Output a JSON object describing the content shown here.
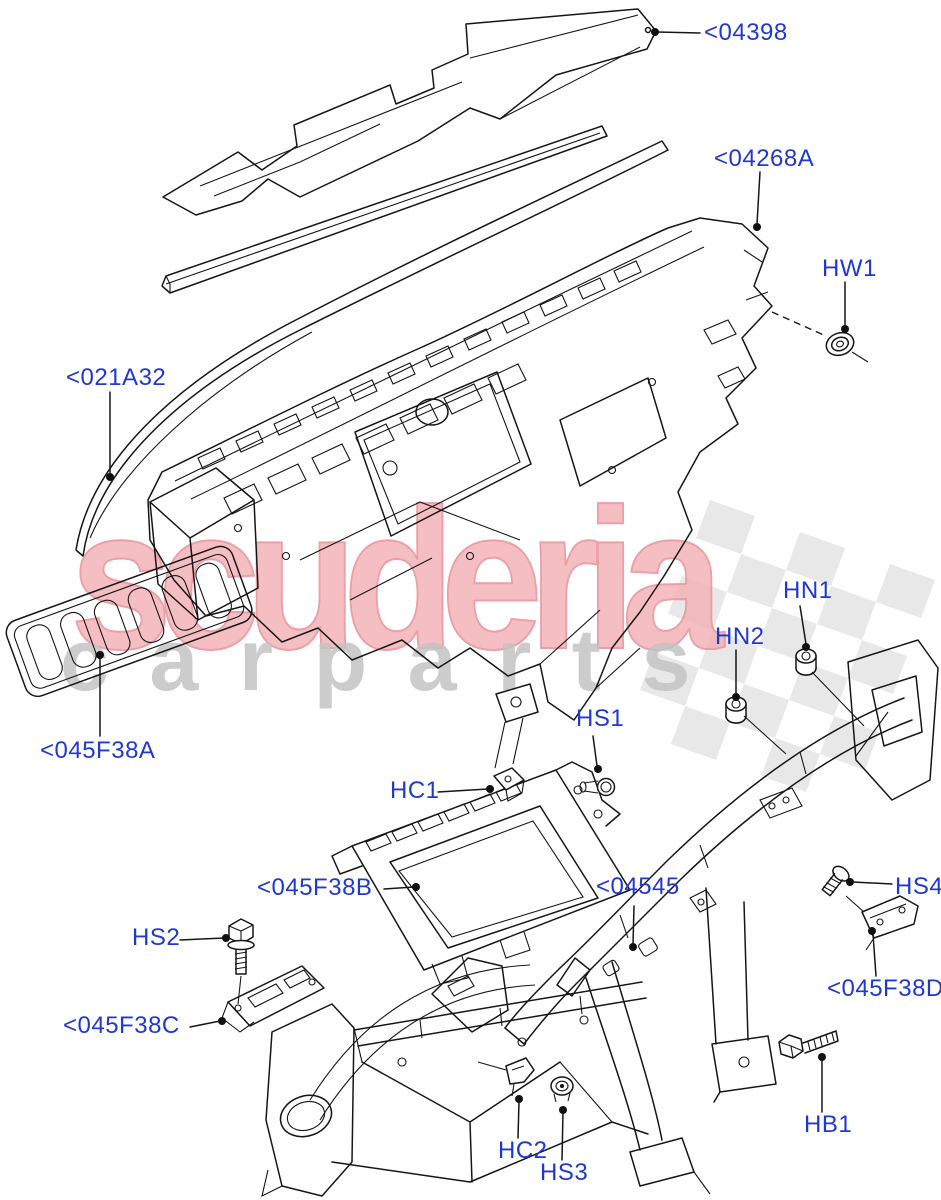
{
  "labels": {
    "grille_04398": "<04398",
    "panel_04268A": "<04268A",
    "hw1": "HW1",
    "trim_021A32": "<021A32",
    "vent_045F38A": "<045F38A",
    "hn1": "HN1",
    "hn2": "HN2",
    "hs1": "HS1",
    "hc1": "HC1",
    "bezel_045F38B": "<045F38B",
    "beam_04545": "<04545",
    "hs2": "HS2",
    "bracket_045F38C": "<045F38C",
    "hs4": "HS4",
    "bracket_045F38D": "<045F38D",
    "hb1": "HB1",
    "hc2": "HC2",
    "hs3": "HS3"
  },
  "watermark": {
    "brand": "scuderia",
    "tagline": "c a r   p a r t s",
    "brand_fill": "#f3b3b8",
    "brand_outline": "#e98f97",
    "tagline_color": "#c4c4c4",
    "flag_color": "#dadada"
  },
  "colors": {
    "label_blue": "#2038d2",
    "line_black": "#161616",
    "background": "#ffffff"
  }
}
